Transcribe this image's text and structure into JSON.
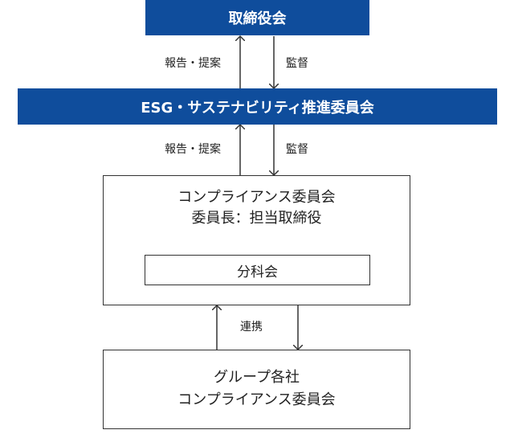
{
  "board": {
    "label": "取締役会"
  },
  "esg_committee": {
    "label": "ESG・サステナビリティ推進委員会"
  },
  "compliance_committee": {
    "line1": "コンプライアンス委員会",
    "line2": "委員長：担当取締役",
    "subcommittee": "分科会"
  },
  "group_companies": {
    "line1": "グループ各社",
    "line2": "コンプライアンス委員会"
  },
  "connectors": {
    "top_up": "報告・提案",
    "top_down": "監督",
    "mid_up": "報告・提案",
    "mid_down": "監督",
    "bottom": "連携"
  },
  "colors": {
    "header_blue": "#0f4d9c",
    "line": "#333333"
  }
}
